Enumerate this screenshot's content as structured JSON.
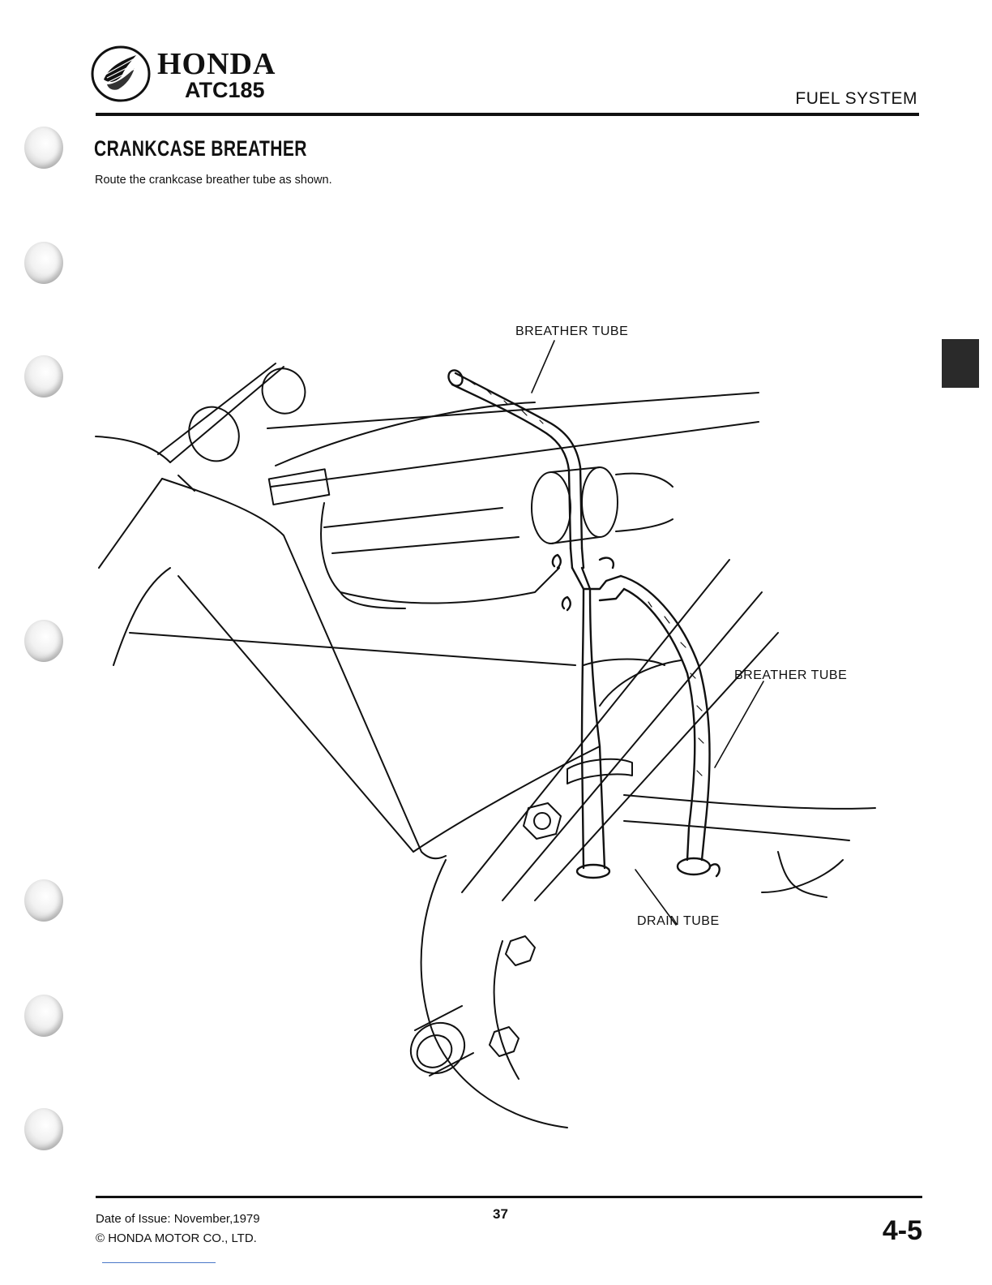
{
  "header": {
    "brand": "HONDA",
    "model": "ATC185",
    "section": "FUEL SYSTEM"
  },
  "content": {
    "title": "CRANKCASE BREATHER",
    "intro": "Route the crankcase breather tube as shown."
  },
  "diagram": {
    "labels": {
      "breather_tube_top": "BREATHER TUBE",
      "breather_tube_right": "BREATHER TUBE",
      "drain_tube": "DRAIN TUBE"
    }
  },
  "footer": {
    "date_of_issue": "Date of Issue:  November,1979",
    "copyright": "© HONDA MOTOR CO., LTD.",
    "page_number": "37",
    "section_number": "4-5"
  },
  "colors": {
    "ink": "#111111",
    "tab": "#2a2a2a",
    "paper": "#ffffff"
  }
}
